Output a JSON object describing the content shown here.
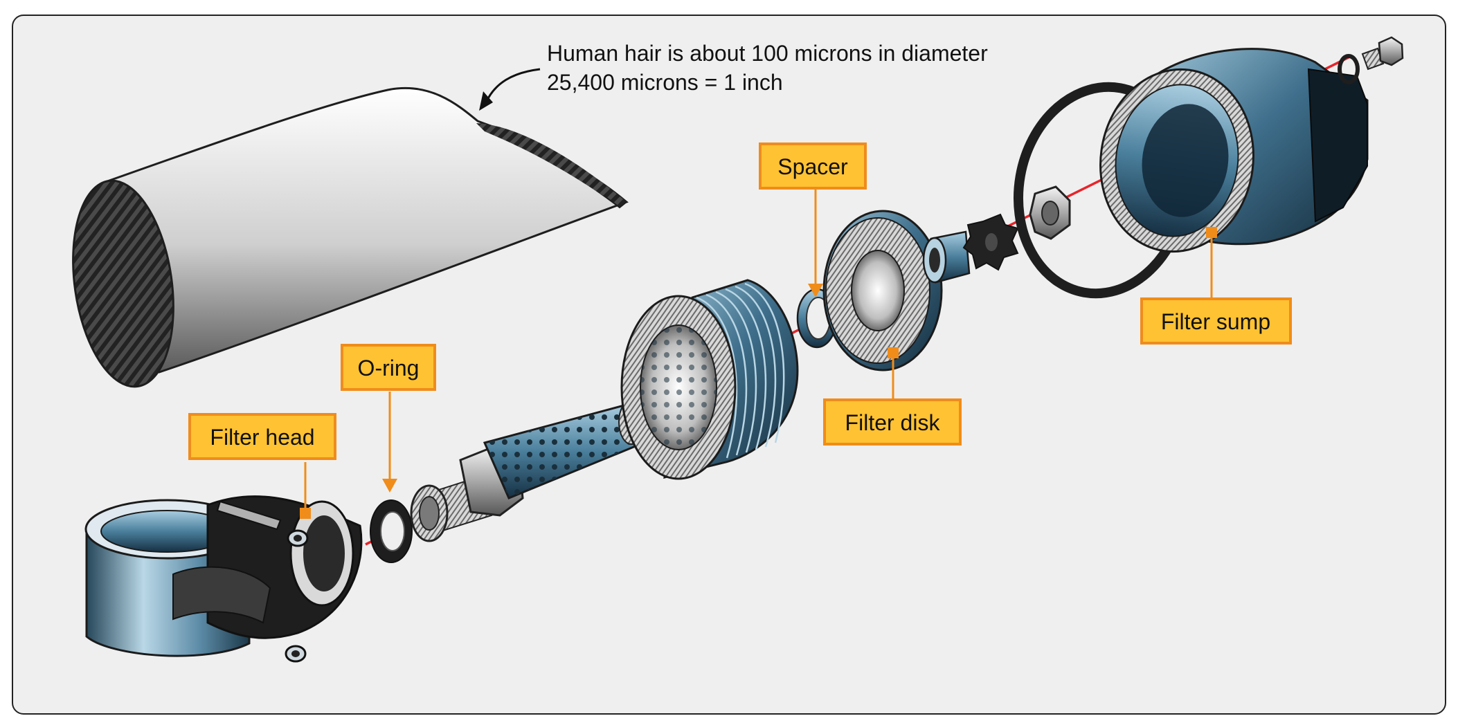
{
  "annotation": {
    "line1": "Human hair is about 100 microns in diameter",
    "line2": "25,400 microns = 1 inch"
  },
  "labels": {
    "filter_head": "Filter head",
    "o_ring": "O-ring",
    "spacer": "Spacer",
    "filter_disk": "Filter disk",
    "filter_sump": "Filter sump"
  },
  "colors": {
    "background": "#efefef",
    "border": "#222222",
    "label_fill": "#ffc233",
    "label_border": "#f08c1a",
    "leader": "#f08c1a",
    "axis_line": "#e8242a",
    "metal_blue": "#3f6f8c",
    "dark_metal": "#1e1e1e"
  }
}
